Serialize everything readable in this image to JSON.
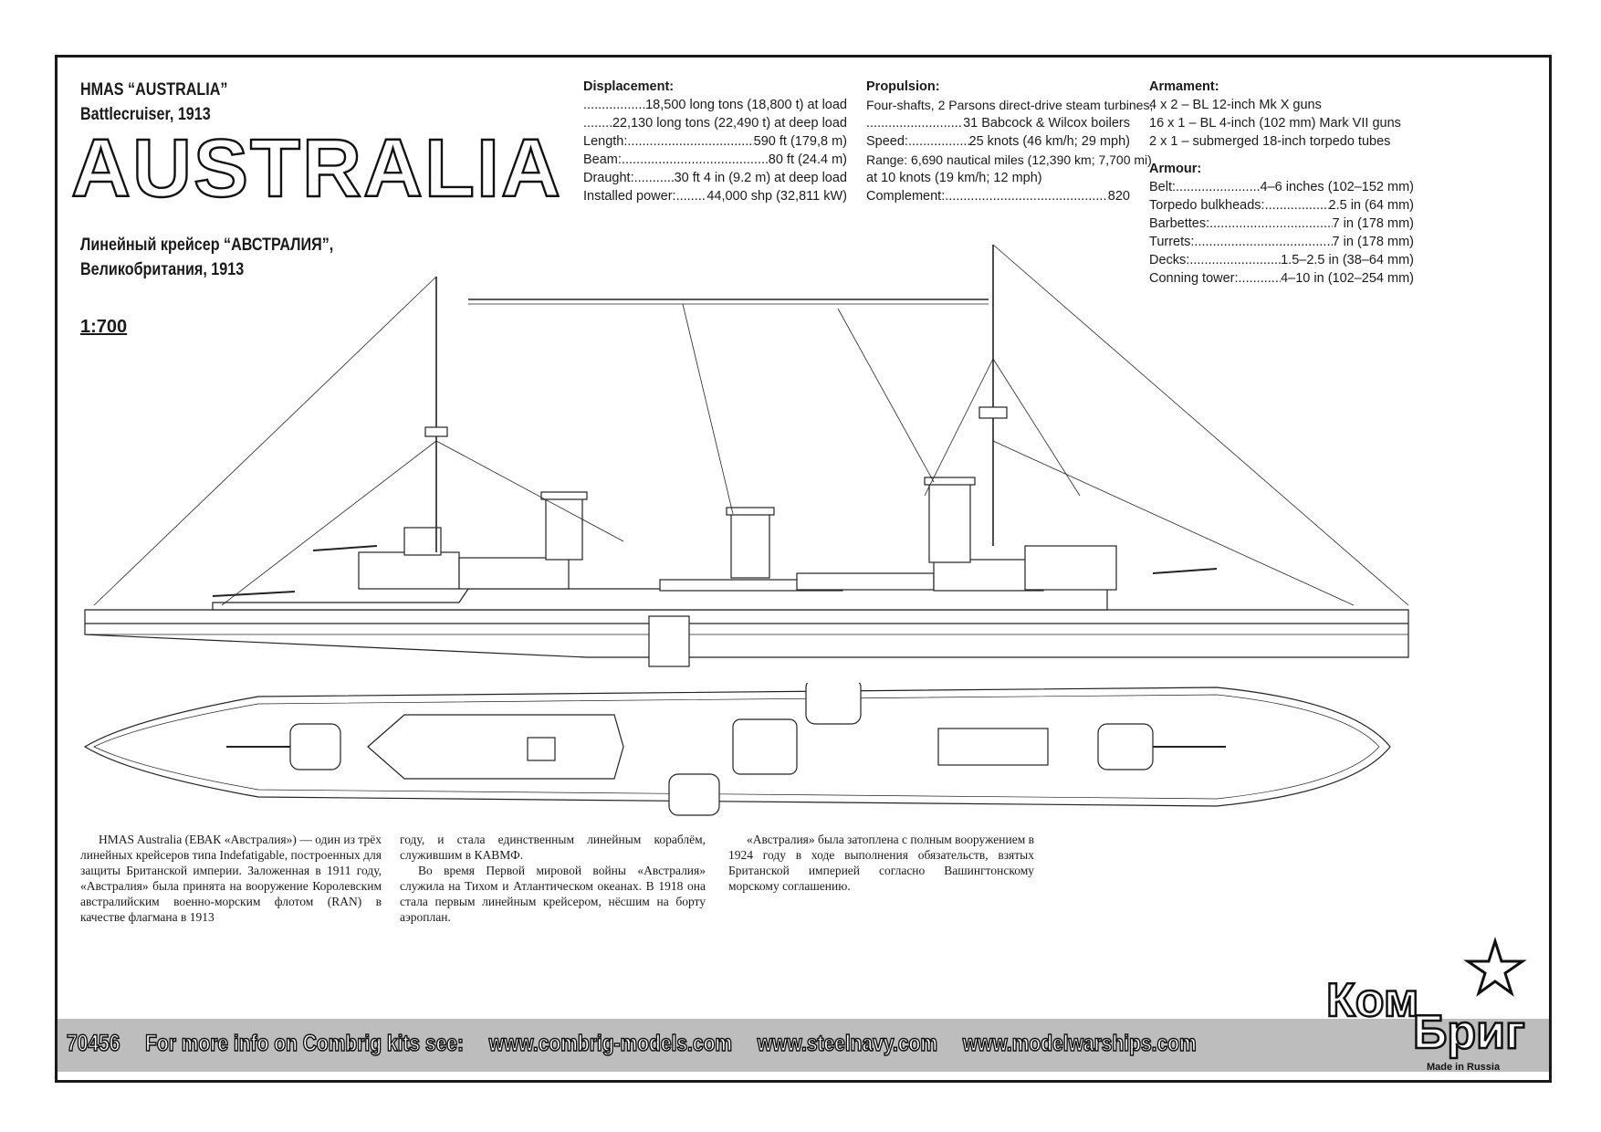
{
  "header": {
    "title_en_line1": "HMAS “AUSTRALIA”",
    "title_en_line2": "Battlecruiser, 1913",
    "big_name": "AUSTRALIA",
    "title_ru_line1": "Линейный крейсер “АВСТРАЛИЯ”,",
    "title_ru_line2": "Великобритания, 1913",
    "scale": "1:700"
  },
  "specs": {
    "displacement": {
      "heading": "Displacement:",
      "rows": [
        {
          "label": "",
          "value": "18,500 long tons (18,800 t) at load"
        },
        {
          "label": "",
          "value": "22,130 long tons (22,490 t) at deep load"
        },
        {
          "label": "Length:",
          "value": "590 ft (179,8 m)"
        },
        {
          "label": "Beam:",
          "value": "80 ft (24.4 m)"
        },
        {
          "label": "Draught:",
          "value": "30 ft 4 in (9.2 m) at deep load"
        },
        {
          "label": "Installed power:",
          "value": "44,000 shp (32,811 kW)"
        }
      ]
    },
    "propulsion": {
      "heading": "Propulsion:",
      "line1": "Four-shafts, 2 Parsons direct-drive steam turbines,",
      "rows": [
        {
          "label": "",
          "value": "31 Babcock & Wilcox boilers"
        },
        {
          "label": "Speed:",
          "value": "25 knots (46 km/h; 29 mph)"
        }
      ],
      "range1": "Range: 6,690 nautical miles (12,390 km; 7,700 mi)",
      "range2": "at 10 knots (19 km/h; 12 mph)",
      "complement": {
        "label": "Complement:",
        "value": "820"
      }
    },
    "armament": {
      "heading": "Armament:",
      "lines": [
        "4 x 2 –  BL 12-inch Mk X guns",
        "16 x 1 –  BL 4-inch (102 mm) Mark VII guns",
        "2 x 1 – submerged 18-inch torpedo tubes"
      ]
    },
    "armour": {
      "heading": "Armour:",
      "rows": [
        {
          "label": "Belt:",
          "value": "4–6 inches (102–152 mm)"
        },
        {
          "label": "Torpedo bulkheads:",
          "value": "2.5 in (64 mm)"
        },
        {
          "label": "Barbettes:",
          "value": "7 in (178 mm)"
        },
        {
          "label": "Turrets:",
          "value": "7 in (178 mm)"
        },
        {
          "label": "Decks:",
          "value": "1.5–2.5 in (38–64 mm)"
        },
        {
          "label": "Conning tower:",
          "value": "4–10 in (102–254 mm)"
        }
      ]
    }
  },
  "description": {
    "col1": "HMAS Australia (ЕВАК «Австралия») — один из трёх линейных крейсеров типа Indefatigable, построенных для защиты Британской империи. Заложенная в 1911 году, «Австралия» была принята на вооружение Королевским австралийским военно-морским флотом (RAN) в качестве флагмана в 1913",
    "col2a": "году, и стала единственным линейным кораблём, служившим в КАВМФ.",
    "col2b": "Во время Первой мировой войны «Австралия» служила на Тихом и Атлантическом океанах. В 1918 она стала первым линейным крейсером, нёсшим на борту аэроплан.",
    "col3": "«Австралия» была затоплена с полным вооружением в 1924 году в ходе выполнения обязательств, взятых Британской империей согласно Вашингтонскому морскому соглашению."
  },
  "footer": {
    "code": "70456",
    "info": "For more info on Combrig kits see:",
    "site1": "www.combrig-models.com",
    "site2": "www.steelnavy.com",
    "site3": "www.modelwarships.com"
  },
  "logo": {
    "line1": "Ком",
    "line2": "Бриг",
    "made": "Made in Russia",
    "icon": "red-star-icon"
  }
}
